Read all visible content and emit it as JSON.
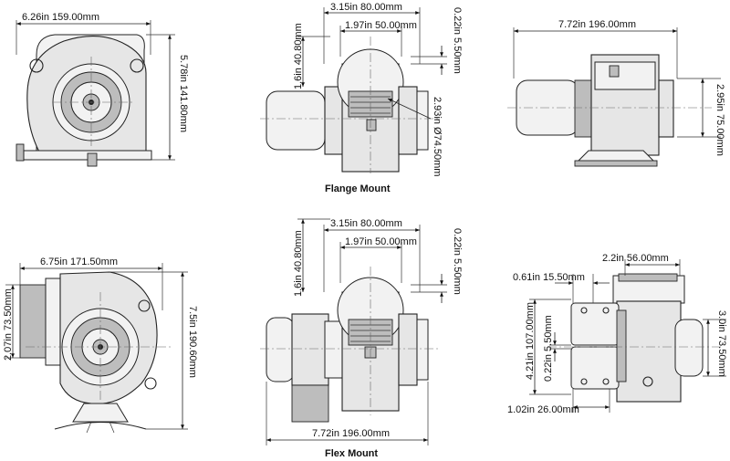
{
  "views": {
    "top_left": {
      "width_dim": "6.26in  159.00mm",
      "height_dim": "5.78in  141.80mm"
    },
    "flange_front": {
      "caption": "Flange Mount",
      "top_outer_dim": "3.15in  80.00mm",
      "top_inner_dim": "1.97in  50.00mm",
      "left_vertical_dim": "1.6in  40.80mm",
      "right_vertical_dim": "0.22in  5.50mm",
      "diameter_dim": "2.93in  Ø74.50mm"
    },
    "top_right": {
      "width_dim": "7.72in  196.00mm",
      "height_dim": "2.95in  75.00mm"
    },
    "bottom_left": {
      "width_dim": "6.75in  171.50mm",
      "left_height_dim": "2.07in  73.50mm",
      "right_height_dim": "7.5in  190.60mm"
    },
    "flex_front": {
      "caption": "Flex Mount",
      "top_outer_dim": "3.15in  80.00mm",
      "top_inner_dim": "1.97in  50.00mm",
      "left_vertical_dim": "1.6in  40.80mm",
      "right_vertical_dim": "0.22in  5.50mm",
      "bottom_dim": "7.72in  196.00mm"
    },
    "bottom_right": {
      "top_dim": "2.2in  56.00mm",
      "left_top_dim": "0.61in  15.50mm",
      "left_height_dim": "4.21in  107.00mm",
      "left_inner_dim": "0.22in  5.50mm",
      "bottom_dim": "1.02in  26.00mm",
      "right_height_dim": "3.0in  73.50mm"
    }
  }
}
